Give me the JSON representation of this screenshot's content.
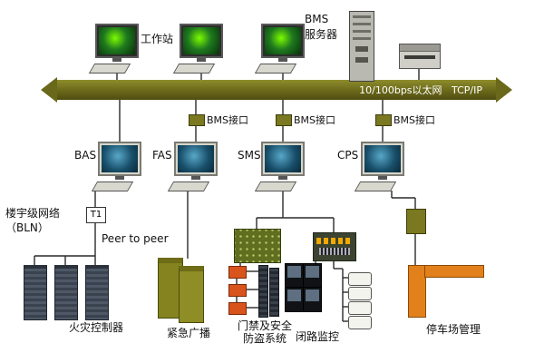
{
  "labels": {
    "workstation": "工作站",
    "bms_server_1": "BMS",
    "bms_server_2": "服务器",
    "backbone": "10/100bps以太网   TCP/IP",
    "bms_interface": "BMS接口",
    "bas": "BAS",
    "fas": "FAS",
    "sms": "SMS",
    "cps": "CPS",
    "bln_1": "楼宇级网络",
    "bln_2": "（BLN）",
    "t1": "T1",
    "peer_to_peer": "Peer to peer",
    "fire_controller": "火灾控制器",
    "emergency_broadcast": "紧急广播",
    "access_1": "门禁及安全",
    "access_2": "防盗系统",
    "cctv": "闭路监控",
    "parking": "停车场管理"
  },
  "colors": {
    "backbone": "#6a681a",
    "connector": "#7a7820",
    "cabinet": "#85831f",
    "access_box": "#5f6e1f",
    "alarm_box": "#d8541c",
    "barrier": "#e2811c",
    "line": "#2a2a2a",
    "screen_green": "#7cfc00"
  }
}
